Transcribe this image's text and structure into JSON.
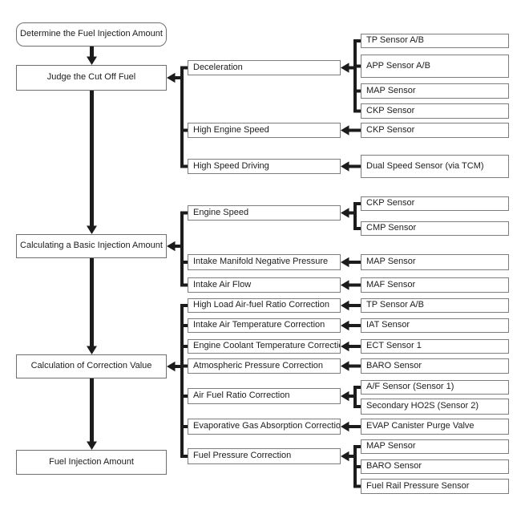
{
  "diagram": {
    "background_color": "#ffffff",
    "line_color": "#1c1c1c",
    "box_border_color": "#7d7d7d",
    "main_flow": [
      {
        "label": "Determine the Fuel Injection Amount",
        "shape": "rounded"
      },
      {
        "label": "Judge the Cut Off Fuel",
        "shape": "rect"
      },
      {
        "label": "Calculating a Basic Injection Amount",
        "shape": "rect"
      },
      {
        "label": "Calculation of Correction Value",
        "shape": "rect"
      },
      {
        "label": "Fuel Injection Amount",
        "shape": "rect"
      }
    ],
    "sections": [
      {
        "step": "Judge the Cut Off Fuel",
        "factors": [
          {
            "label": "Deceleration",
            "inputs": [
              "TP Sensor A/B",
              "APP Sensor A/B",
              "MAP Sensor",
              "CKP Sensor"
            ]
          },
          {
            "label": "High Engine Speed",
            "inputs": [
              "CKP Sensor"
            ]
          },
          {
            "label": "High Speed Driving",
            "inputs": [
              "Dual Speed Sensor (via TCM)"
            ]
          }
        ]
      },
      {
        "step": "Calculating a Basic Injection Amount",
        "factors": [
          {
            "label": "Engine Speed",
            "inputs": [
              "CKP Sensor",
              "CMP Sensor"
            ]
          },
          {
            "label": "Intake Manifold Negative Pressure",
            "inputs": [
              "MAP Sensor"
            ]
          },
          {
            "label": "Intake Air Flow",
            "inputs": [
              "MAF Sensor"
            ]
          }
        ]
      },
      {
        "step": "Calculation of Correction Value",
        "factors": [
          {
            "label": "High Load Air-fuel Ratio Correction",
            "inputs": [
              "TP Sensor A/B"
            ]
          },
          {
            "label": "Intake Air Temperature Correction",
            "inputs": [
              "IAT Sensor"
            ]
          },
          {
            "label": "Engine Coolant Temperature Correction",
            "inputs": [
              "ECT Sensor 1"
            ]
          },
          {
            "label": "Atmospheric Pressure Correction",
            "inputs": [
              "BARO Sensor"
            ]
          },
          {
            "label": "Air Fuel Ratio Correction",
            "inputs": [
              "A/F Sensor (Sensor 1)",
              "Secondary HO2S (Sensor 2)"
            ]
          },
          {
            "label": "Evaporative Gas Absorption Correction",
            "inputs": [
              "EVAP Canister Purge Valve"
            ]
          },
          {
            "label": "Fuel Pressure Correction",
            "inputs": [
              "MAP Sensor",
              "BARO Sensor",
              "Fuel Rail Pressure Sensor"
            ]
          }
        ]
      }
    ]
  }
}
